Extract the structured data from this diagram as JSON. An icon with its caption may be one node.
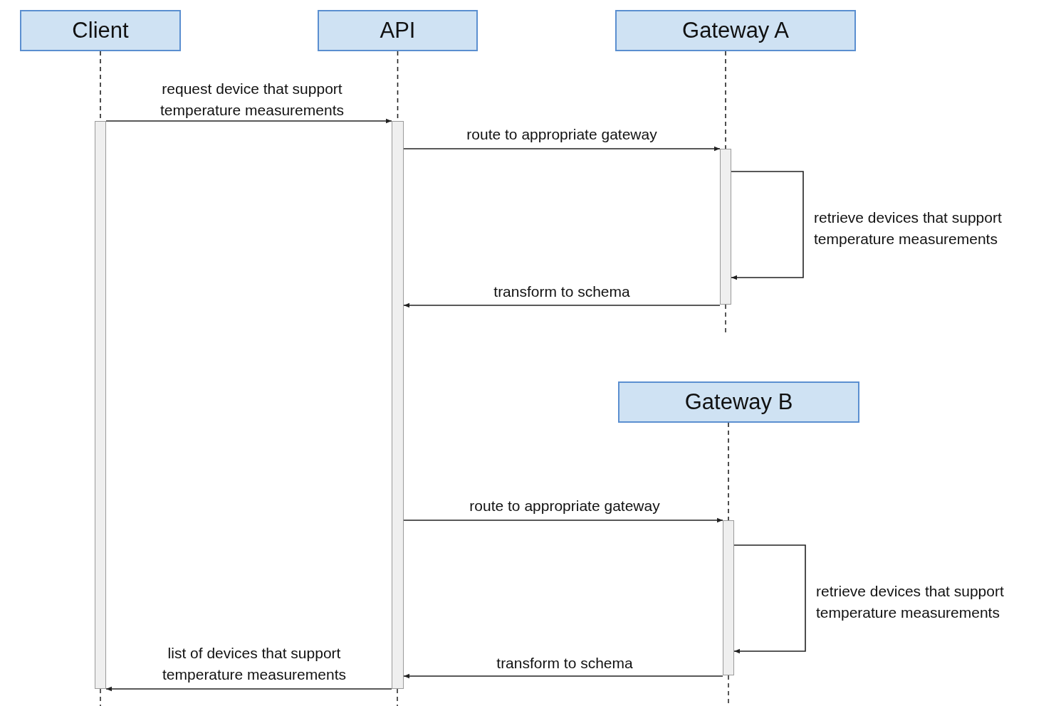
{
  "diagram": {
    "nodes": [
      {
        "text": [
          "Client"
        ]
      },
      {
        "text": [
          "API"
        ]
      },
      {
        "text": [
          "Gateway A"
        ]
      },
      {
        "text": [],
        "shape": "bar"
      },
      {
        "text": [],
        "shape": "bar"
      },
      {
        "text": [],
        "shape": "bar"
      },
      {
        "text": [
          "Gateway B"
        ]
      },
      {
        "text": [],
        "shape": "bar"
      }
    ],
    "edges": [
      {
        "from": 0,
        "to": 3,
        "arrow": "none",
        "style": "dashed"
      },
      {
        "from": 1,
        "to": 4,
        "arrow": "none",
        "style": "dashed"
      },
      {
        "from": 2,
        "to": 5,
        "arrow": "none",
        "style": "dashed"
      },
      {
        "from": 6,
        "to": 7,
        "arrow": "none",
        "style": "dashed"
      },
      {
        "from": 3,
        "to": 4,
        "arrow": "to",
        "label": "request device that support temperature measurements"
      },
      {
        "from": 4,
        "to": 5,
        "arrow": "to",
        "label": "route to appropriate gateway"
      },
      {
        "from": 5,
        "to": 5,
        "arrow": "to",
        "label": "retrieve devices that support temperature measurements"
      },
      {
        "from": 5,
        "to": 4,
        "arrow": "to",
        "label": "transform to schema"
      },
      {
        "from": 4,
        "to": 7,
        "arrow": "to",
        "label": "route to appropriate gateway"
      },
      {
        "from": 7,
        "to": 7,
        "arrow": "to",
        "label": "retrieve devices that support temperature measurements"
      },
      {
        "from": 7,
        "to": 4,
        "arrow": "to",
        "label": "transform to schema"
      },
      {
        "from": 4,
        "to": 3,
        "arrow": "to",
        "label": "list of devices that support temperature measurements"
      }
    ]
  }
}
